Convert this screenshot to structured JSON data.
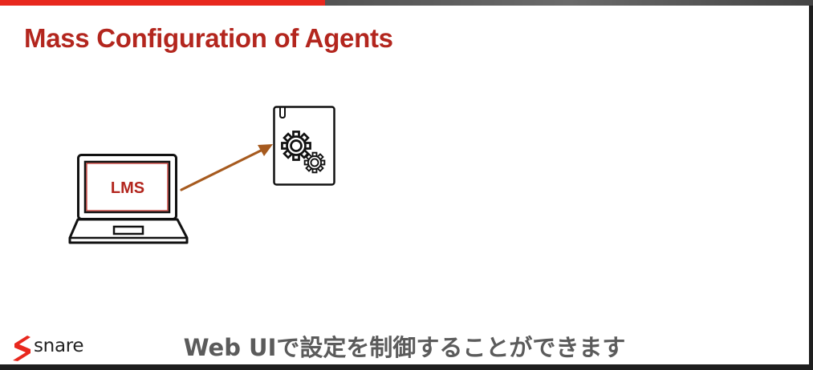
{
  "slide": {
    "title": "Mass Configuration of Agents",
    "laptop_label": "LMS",
    "subtitle": "Web UIで設定を制御することができます",
    "logo_text": "snare"
  },
  "colors": {
    "accent": "#e8281e",
    "title": "#b3261e",
    "arrow": "#a65a1e",
    "subtitle": "#5b5b5b"
  },
  "icons": {
    "laptop": "laptop-icon",
    "config_document": "config-document-icon",
    "gears": "gears-icon",
    "arrow": "arrow-icon",
    "logo": "snare-logo-icon"
  }
}
